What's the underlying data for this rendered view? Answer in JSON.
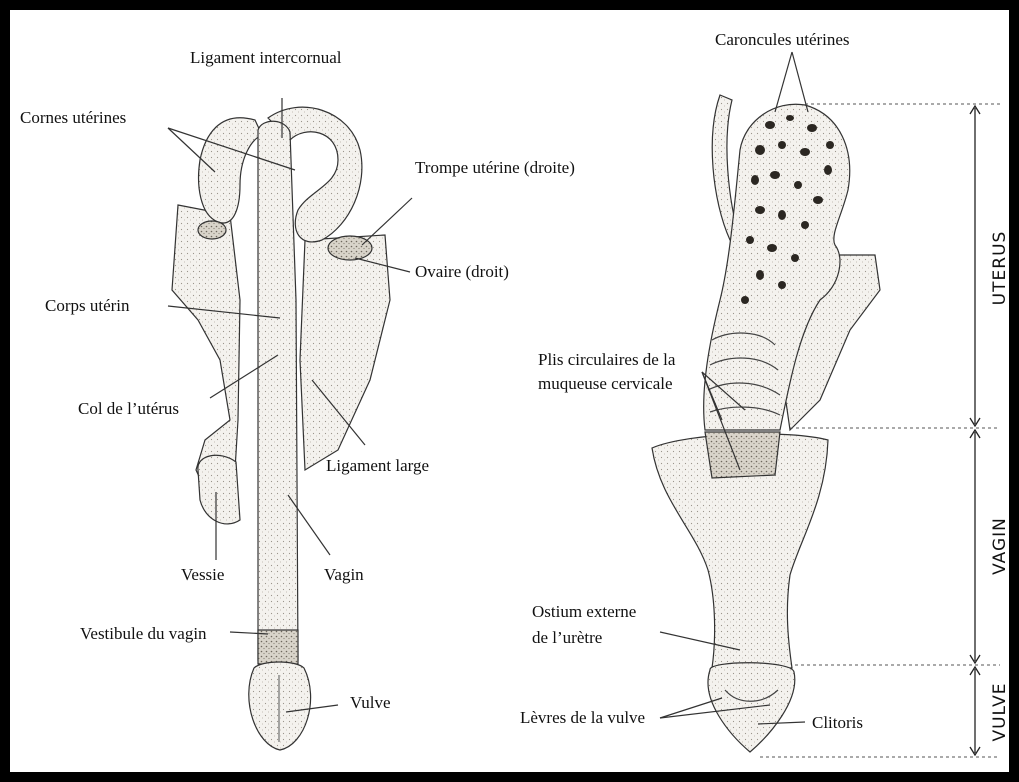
{
  "left_labels": {
    "ligament_intercornual": "Ligament intercornual",
    "cornes_uterines": "Cornes utérines",
    "trompe_uterine": "Trompe utérine (droite)",
    "ovaire": "Ovaire (droit)",
    "corps_uterin": "Corps utérin",
    "col_uterus": "Col de l’utérus",
    "ligament_large": "Ligament large",
    "vessie": "Vessie",
    "vagin": "Vagin",
    "vestibule": "Vestibule du vagin",
    "vulve": "Vulve"
  },
  "right_labels": {
    "caroncules": "Caroncules utérines",
    "plis_line1": "Plis circulaires de la",
    "plis_line2": "muqueuse cervicale",
    "ostium_line1": "Ostium externe",
    "ostium_line2": "de l’urètre",
    "levres": "Lèvres de la vulve",
    "clitoris": "Clitoris"
  },
  "regions": {
    "uterus": "UTERUS",
    "vagin": "VAGIN",
    "vulve": "VULVE"
  }
}
